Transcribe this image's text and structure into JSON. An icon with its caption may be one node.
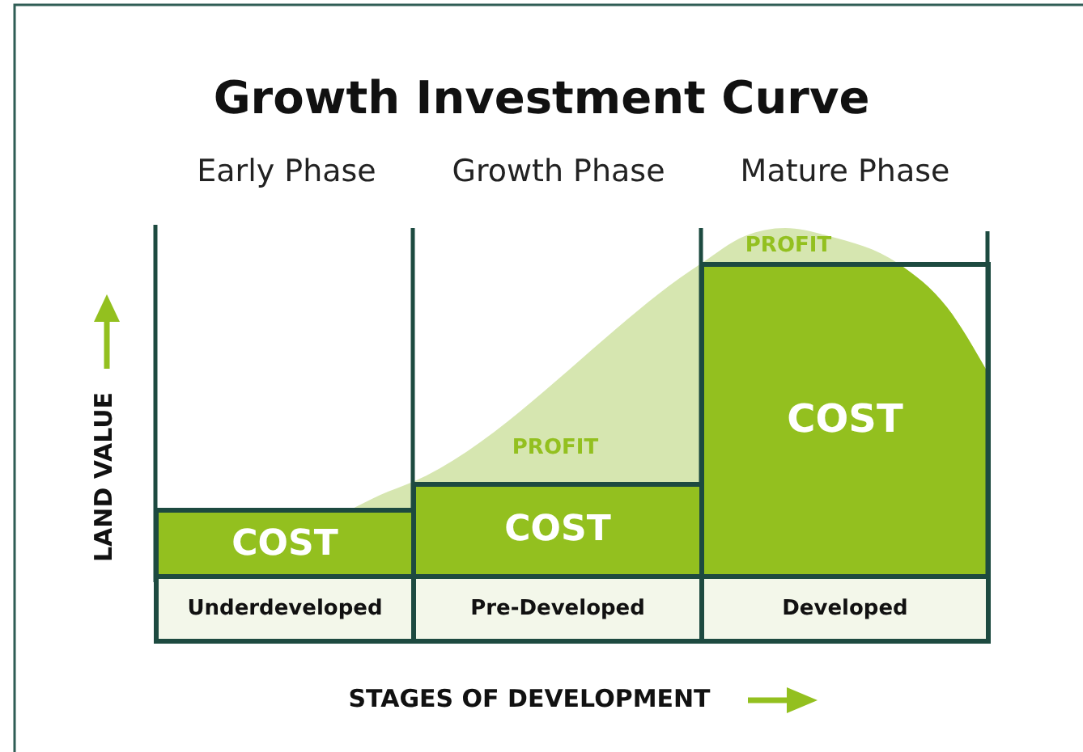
{
  "diagram": {
    "title": "Growth Investment Curve",
    "nodes": [
      {
        "text": [
          "COST"
        ]
      },
      {
        "text": [
          "COST"
        ]
      },
      {
        "text": [
          "COST"
        ]
      },
      {
        "text": [
          "Underdeveloped"
        ]
      },
      {
        "text": [
          "Pre-Developed"
        ]
      },
      {
        "text": [
          "Developed"
        ]
      }
    ],
    "labels": [
      "Early Phase",
      "Growth Phase",
      "Mature Phase",
      "PROFIT",
      "PROFIT",
      "LAND VALUE",
      "STAGES OF DEVELOPMENT"
    ]
  }
}
